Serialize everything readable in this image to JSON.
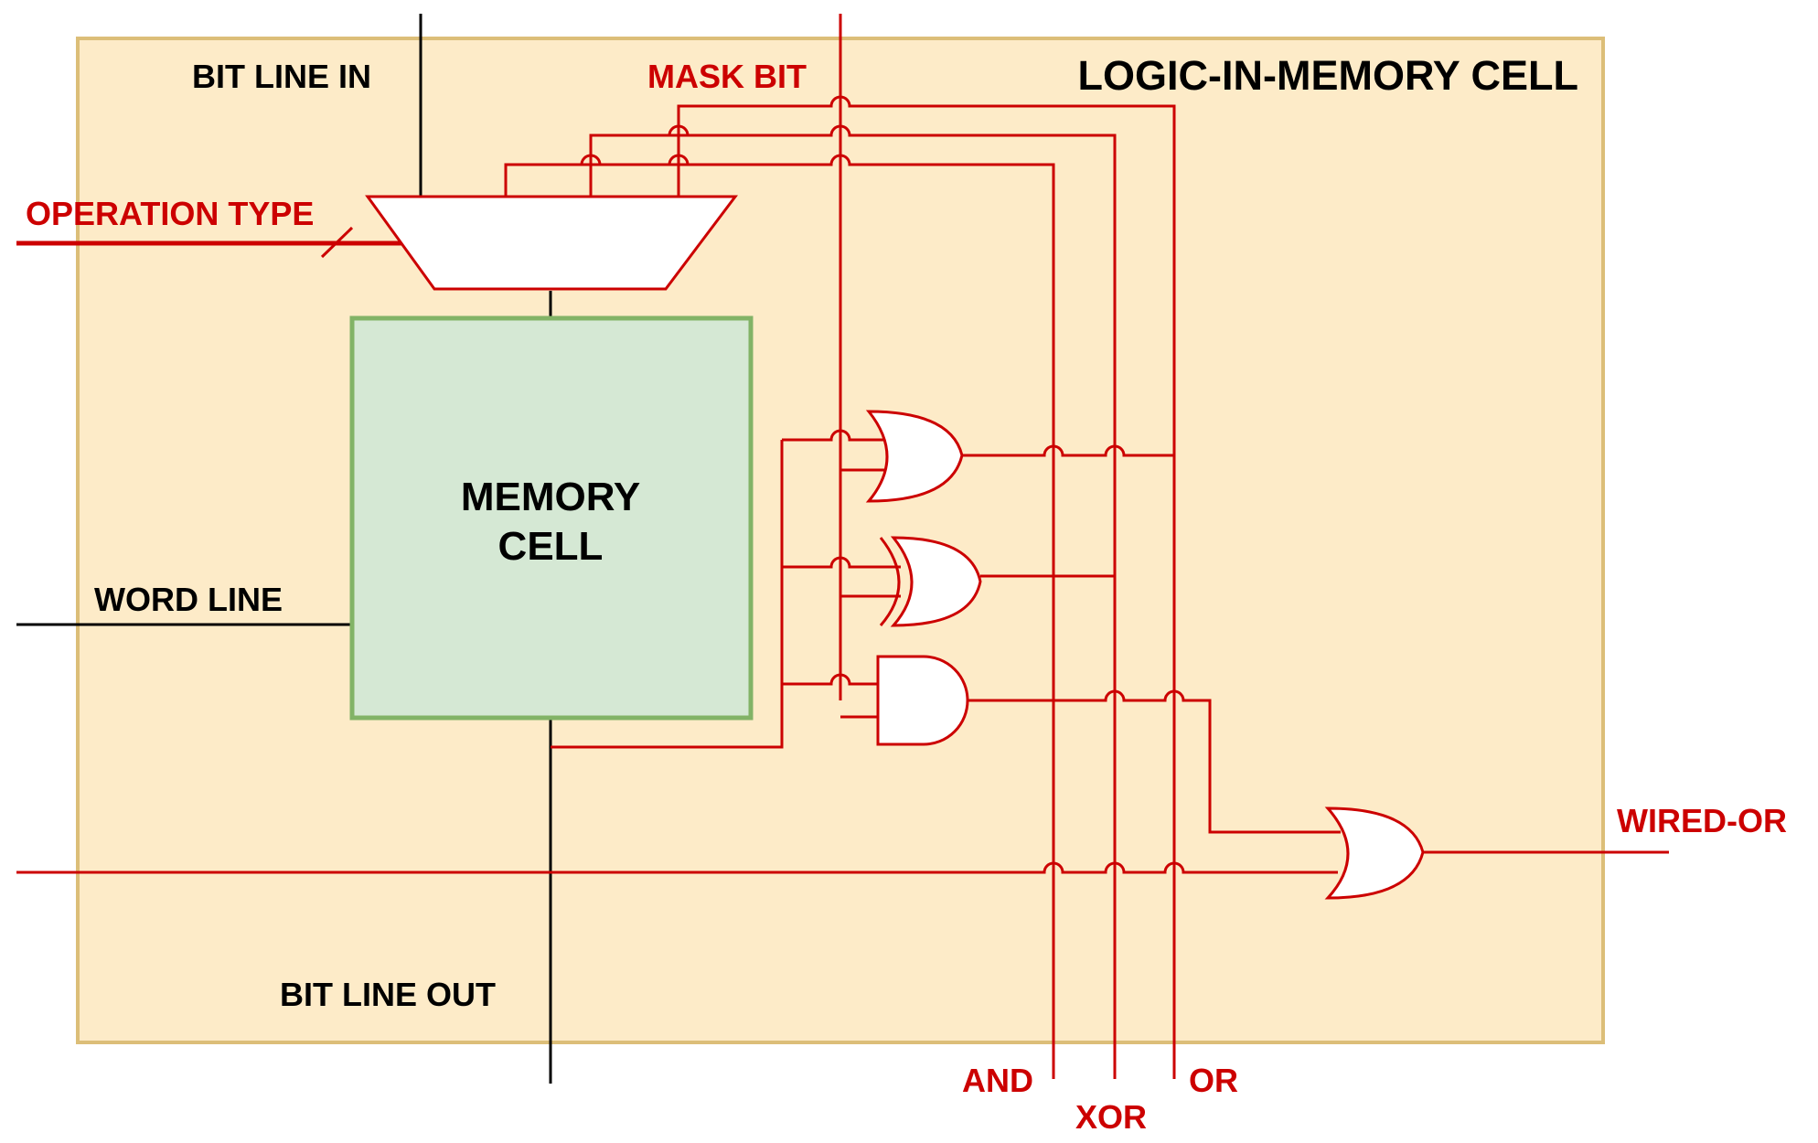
{
  "title": "LOGIC-IN-MEMORY CELL",
  "labels": {
    "bit_line_in": "BIT LINE IN",
    "mask_bit": "MASK BIT",
    "operation_type": "OPERATION TYPE",
    "word_line": "WORD LINE",
    "bit_line_out": "BIT LINE OUT",
    "memory_cell_line1": "MEMORY",
    "memory_cell_line2": "CELL",
    "wired_or": "WIRED-OR",
    "and": "AND",
    "xor": "XOR",
    "or": "OR"
  },
  "colors": {
    "enclosure_fill": "#fdebc8",
    "enclosure_stroke": "#dcbe78",
    "memory_fill": "#d5e8d4",
    "memory_stroke": "#82b366",
    "signal_red": "#cc0000",
    "line_black": "#000000"
  }
}
